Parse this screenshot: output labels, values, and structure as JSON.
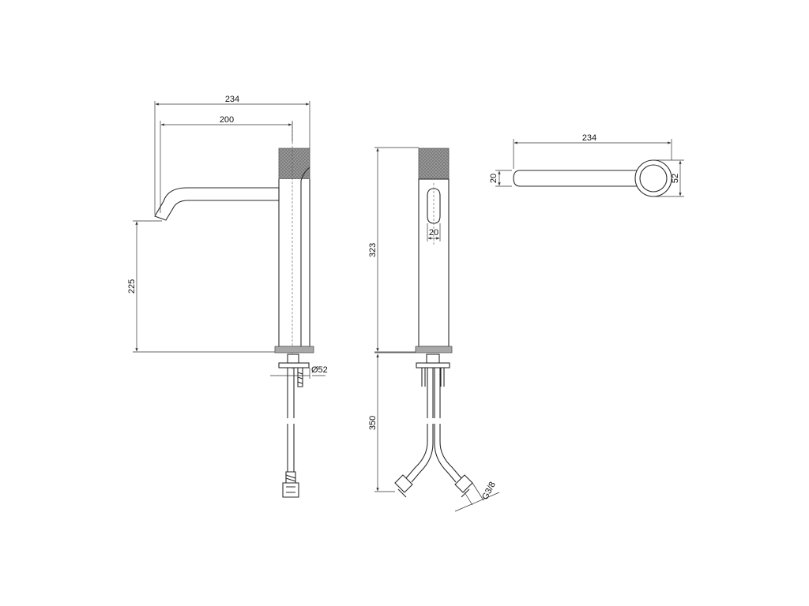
{
  "dimensions": {
    "side_overall_width": "234",
    "side_spout_reach": "200",
    "side_spout_height": "225",
    "side_base_diameter": "Ø52",
    "front_body_height": "323",
    "front_slot_width": "20",
    "front_hose_length": "350",
    "front_connection_thread": "G3/8",
    "top_overall_length": "234",
    "top_spout_width": "20",
    "top_body_diameter": "52"
  },
  "colors": {
    "line": "#2a2a2a",
    "knurled_handle": "#8c8c8c",
    "base_ring": "#a8a8a8"
  }
}
